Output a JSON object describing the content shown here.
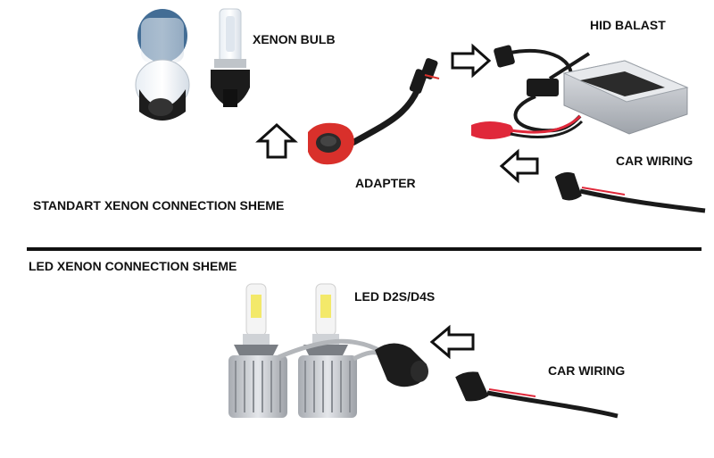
{
  "labels": {
    "xenon_bulb": "XENON BULB",
    "hid_balast": "HID BALAST",
    "adapter": "ADAPTER",
    "car_wiring_top": "CAR WIRING",
    "standard_scheme": "STANDART XENON CONNECTION SHEME",
    "led_scheme": "LED XENON CONNECTION SHEME",
    "led_model": "LED D2S/D4S",
    "car_wiring_bottom": "CAR WIRING"
  },
  "colors": {
    "bulb_blue": "#2f5d8a",
    "adapter_red": "#d9302b",
    "connector_red": "#e0283a",
    "ballast_silver": "#c9ccd1",
    "led_silver": "#b8bcc2",
    "led_chip_yellow": "#f3e96a",
    "cable_black": "#1a1a1a",
    "divider": "#111111"
  }
}
